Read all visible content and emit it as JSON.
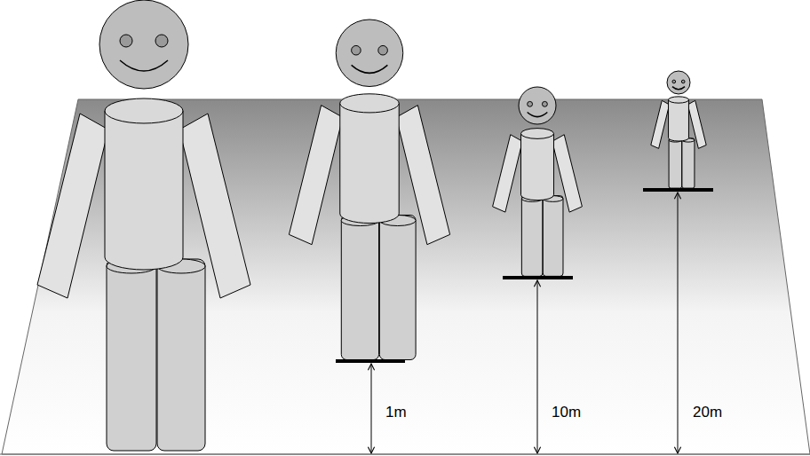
{
  "diagram": {
    "labels": [
      "1m",
      "10m",
      "20m"
    ]
  }
}
